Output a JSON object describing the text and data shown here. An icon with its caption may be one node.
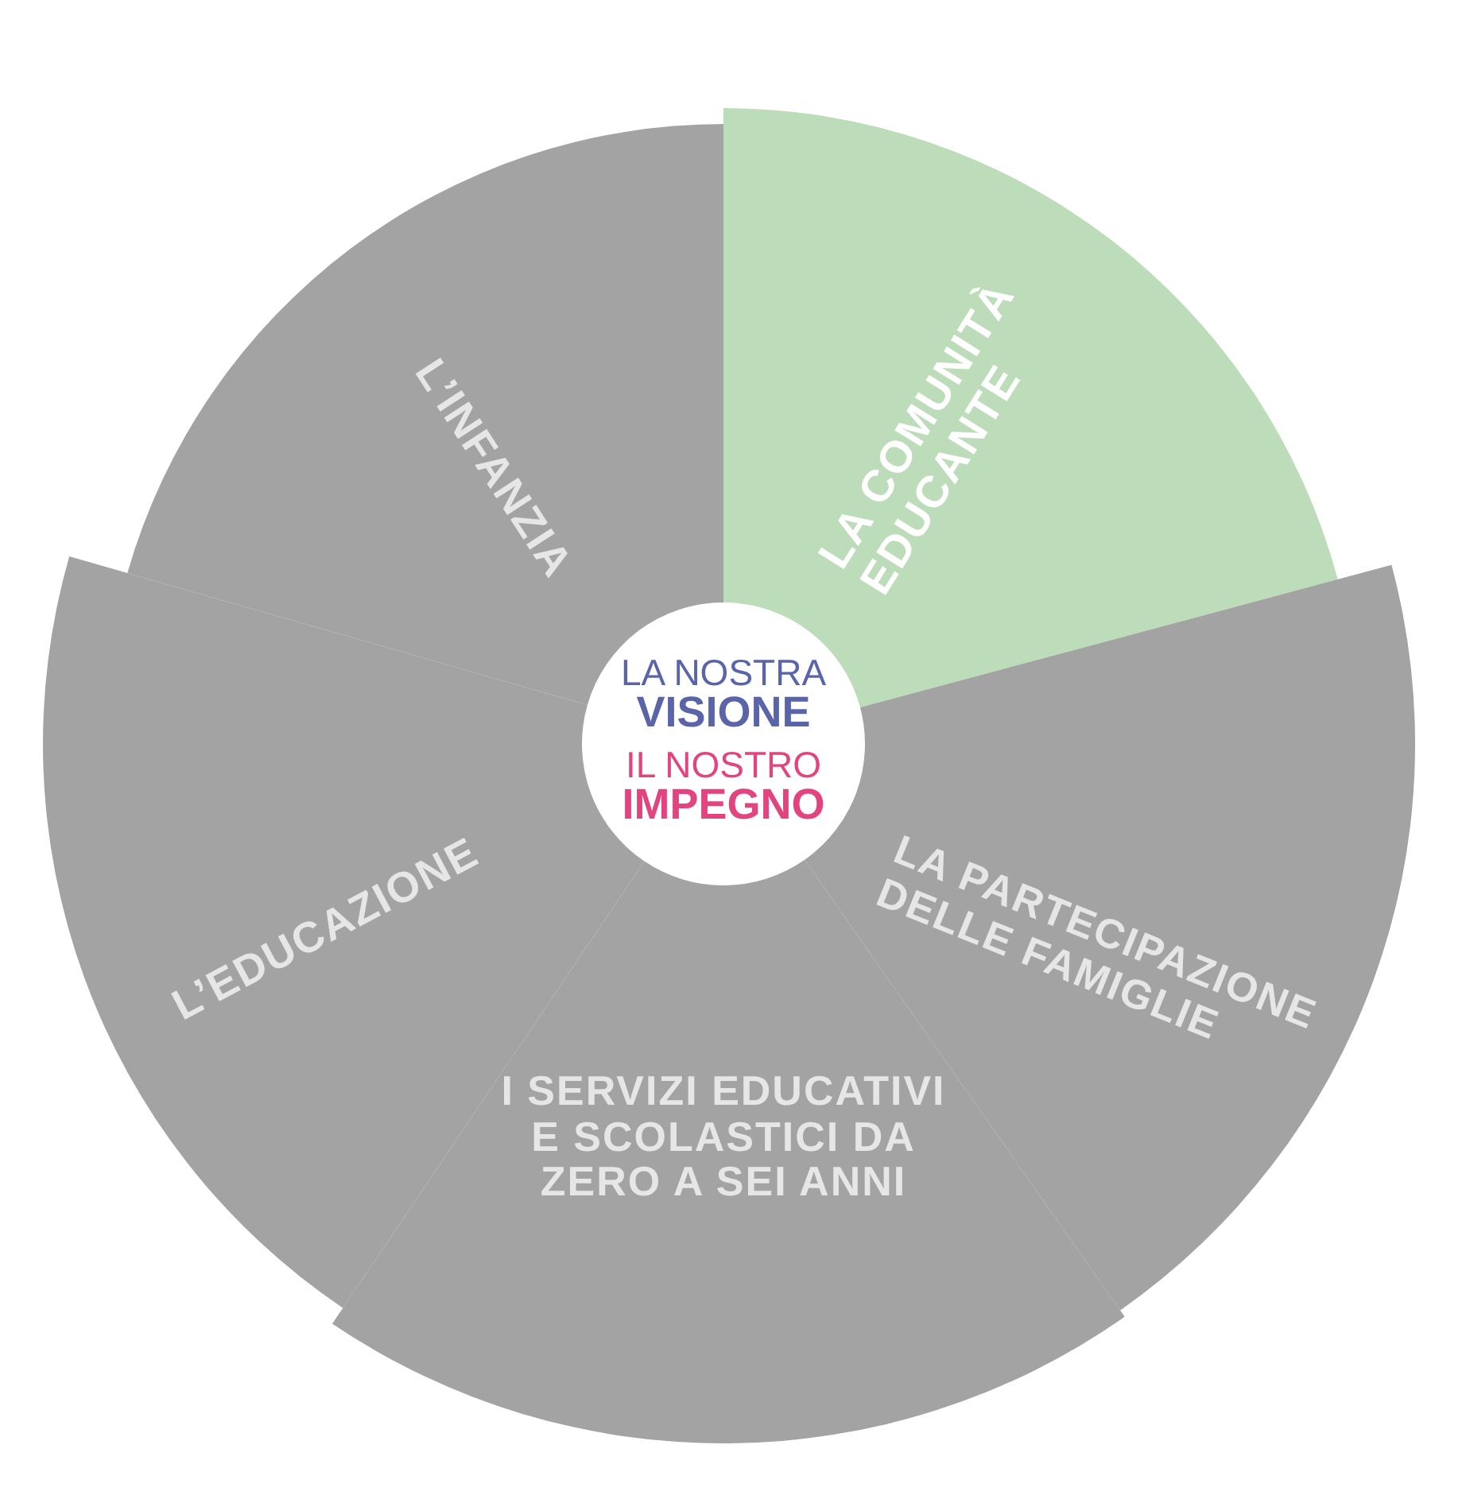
{
  "diagram": {
    "nodes": [
      {
        "text": [
          "L’INFANZIA"
        ]
      },
      {
        "text": [
          "LA COMUNITÀ EDUCANTE"
        ]
      },
      {
        "text": [
          "LA PARTECIPAZIONE DELLE FAMIGLIE"
        ]
      },
      {
        "text": [
          "I SERVIZI EDUCATIVI E SCOLASTICI DA ZERO A SEI ANNI"
        ]
      },
      {
        "text": [
          "L’EDUCAZIONE"
        ]
      },
      {
        "text": [
          "LA NOSTRA **VISIONE**",
          "IL NOSTRO **IMPEGNO**"
        ]
      }
    ]
  }
}
